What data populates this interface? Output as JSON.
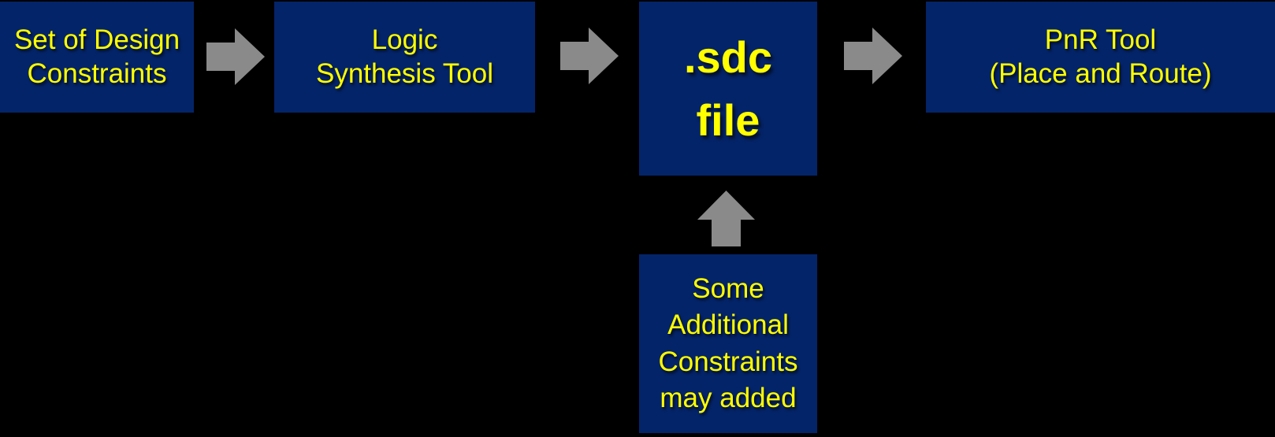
{
  "diagram": {
    "nodes": [
      {
        "id": "design-constraints",
        "label": "Set of Design\nConstraints"
      },
      {
        "id": "logic-synthesis-tool",
        "label": "Logic\nSynthesis Tool"
      },
      {
        "id": "sdc-file",
        "label": ".sdc\nfile"
      },
      {
        "id": "pnr-tool",
        "label": "PnR Tool\n(Place and Route)"
      },
      {
        "id": "additional-constraints",
        "label": "Some\nAdditional\nConstraints\nmay added"
      }
    ],
    "edges": [
      {
        "from": "design-constraints",
        "to": "logic-synthesis-tool",
        "direction": "right"
      },
      {
        "from": "logic-synthesis-tool",
        "to": "sdc-file",
        "direction": "right"
      },
      {
        "from": "sdc-file",
        "to": "pnr-tool",
        "direction": "right"
      },
      {
        "from": "additional-constraints",
        "to": "sdc-file",
        "direction": "up"
      }
    ]
  },
  "colors": {
    "background": "#000000",
    "box_fill": "#042469",
    "label_text": "#ffff00",
    "arrow": "#8a8a8a"
  }
}
